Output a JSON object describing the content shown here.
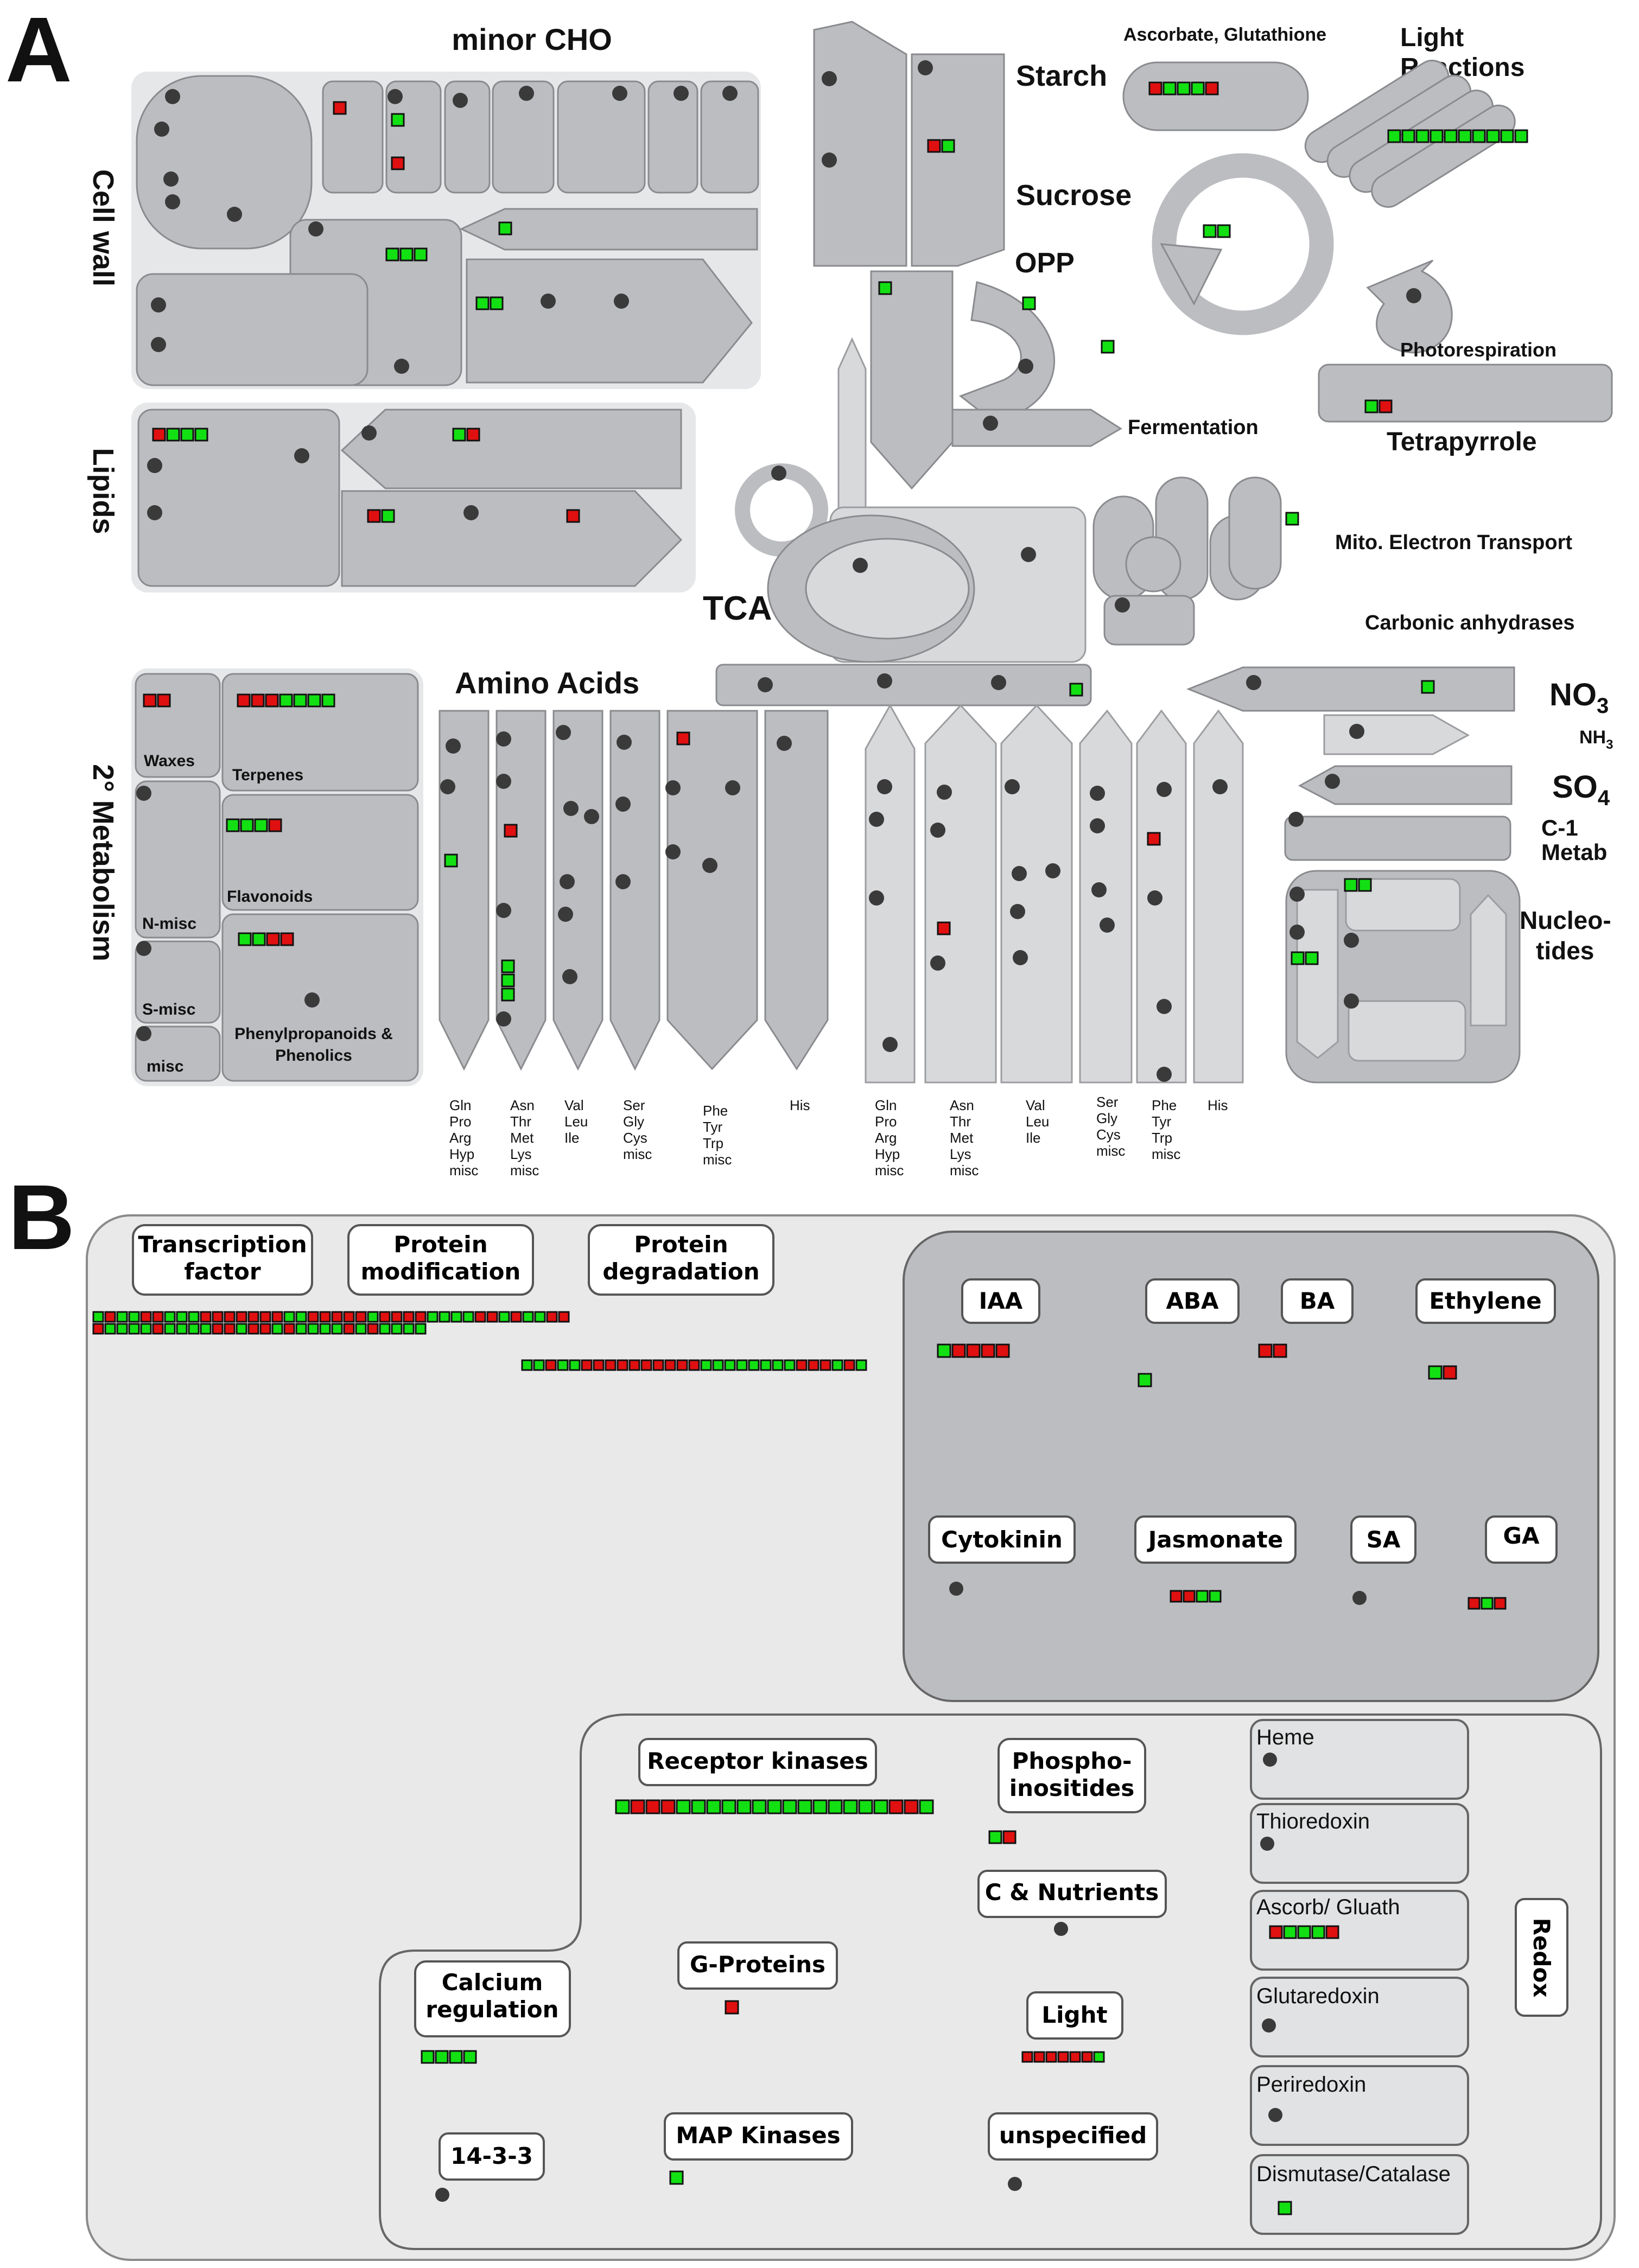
{
  "panel_labels": {
    "a": "A",
    "b": "B"
  },
  "panel_a": {
    "minor_cho": "minor CHO",
    "cell_wall": "Cell wall",
    "lipids": "Lipids",
    "secondary_metabolism": "2° Metabolism",
    "waxes": "Waxes",
    "terpenes": "Terpenes",
    "n_misc": "N-misc",
    "flavonoids": "Flavonoids",
    "s_misc": "S-misc",
    "misc": "misc",
    "phenylpropanoids_1": "Phenylpropanoids &",
    "phenylpropanoids_2": "Phenolics",
    "starch": "Starch",
    "sucrose": "Sucrose",
    "opp": "OPP",
    "ascorbate": "Ascorbate, Glutathione",
    "light_1": "Light",
    "light_2": "Reactions",
    "photorespiration": "Photorespiration",
    "tetrapyrrole": "Tetrapyrrole",
    "fermentation": "Fermentation",
    "mito": "Mito. Electron Transport",
    "carbonic": "Carbonic anhydrases",
    "tca": "TCA",
    "amino_acids": "Amino Acids",
    "no3": "NO",
    "no3_sub": "3",
    "nh3": "NH",
    "nh3_sub": "3",
    "so4": "SO",
    "so4_sub": "4",
    "c1_1": "C-1",
    "c1_2": "Metab",
    "nucleo_1": "Nucleo-",
    "nucleo_2": "tides",
    "aa_groups": [
      [
        "Gln",
        "Pro",
        "Arg",
        "Hyp",
        "misc"
      ],
      [
        "Asn",
        "Thr",
        "Met",
        "Lys",
        "misc"
      ],
      [
        "Val",
        "Leu",
        "Ile"
      ],
      [
        "Ser",
        "Gly",
        "Cys",
        "misc"
      ],
      [
        "Phe",
        "Tyr",
        "Trp",
        "misc"
      ],
      [
        "His"
      ]
    ]
  },
  "panel_b": {
    "transcription_1": "Transcription",
    "transcription_2": "factor",
    "protein_mod_1": "Protein",
    "protein_mod_2": "modification",
    "protein_deg_1": "Protein",
    "protein_deg_2": "degradation",
    "iaa": "IAA",
    "aba": "ABA",
    "ba": "BA",
    "ethylene": "Ethylene",
    "cytokinin": "Cytokinin",
    "jasmonate": "Jasmonate",
    "sa": "SA",
    "ga": "GA",
    "receptor_kinases": "Receptor kinases",
    "phospho_1": "Phospho-",
    "phospho_2": "inositides",
    "c_nutrients": "C & Nutrients",
    "calcium_1": "Calcium",
    "calcium_2": "regulation",
    "g_proteins": "G-Proteins",
    "light": "Light",
    "fourteen": "14-3-3",
    "map_kinases": "MAP Kinases",
    "unspecified": "unspecified",
    "heme": "Heme",
    "thioredoxin": "Thioredoxin",
    "ascorb": "Ascorb/ Gluath",
    "glutaredoxin": "Glutaredoxin",
    "periredoxin": "Periredoxin",
    "dismutase": "Dismutase/Catalase",
    "redox": "Redox"
  },
  "colors": {
    "up": "#13e013",
    "down": "#e01010",
    "grey": "#bcbdc0",
    "light": "#d8d9db",
    "bg": "#e6e7e8"
  }
}
